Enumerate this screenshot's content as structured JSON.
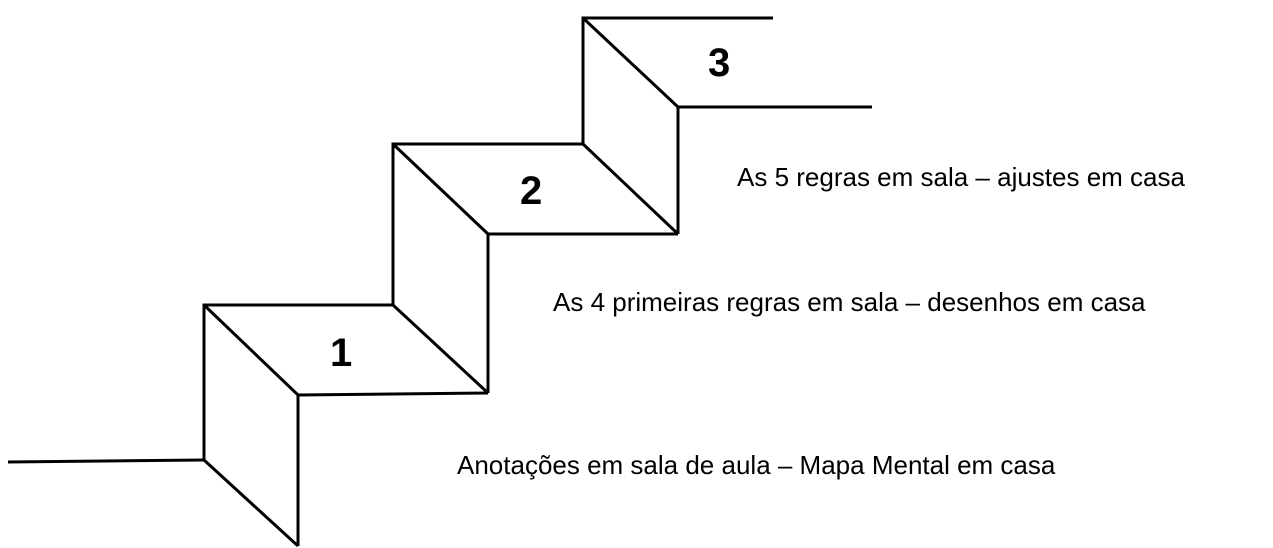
{
  "steps": [
    {
      "number": "1",
      "label": "Anotações em sala de aula – Mapa Mental em casa"
    },
    {
      "number": "2",
      "label": "As 4 primeiras regras em sala – desenhos em casa"
    },
    {
      "number": "3",
      "label": "As 5 regras em sala – ajustes em casa"
    }
  ],
  "colors": {
    "line": "#000000",
    "background": "#ffffff",
    "text": "#000000"
  }
}
